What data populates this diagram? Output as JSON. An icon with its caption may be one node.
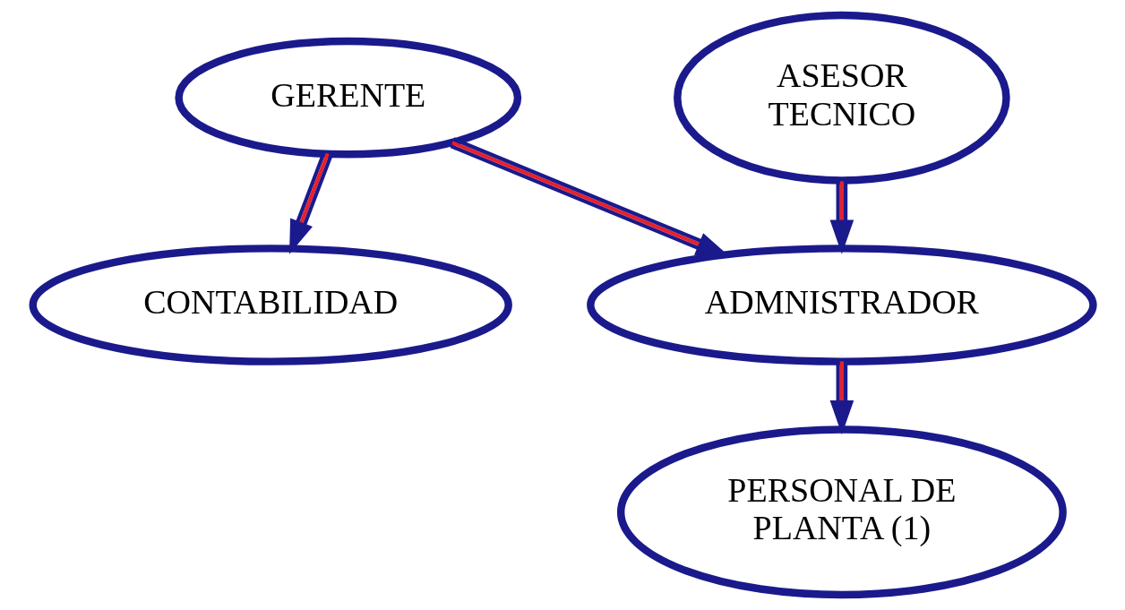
{
  "diagram": {
    "nodes": [
      {
        "text": [
          "GERENTE"
        ]
      },
      {
        "text": [
          "ASESOR TECNICO"
        ]
      },
      {
        "text": [
          "CONTABILIDAD"
        ]
      },
      {
        "text": [
          "ADMNISTRADOR"
        ]
      },
      {
        "text": [
          "PERSONAL DE PLANTA (1)"
        ]
      }
    ],
    "edges": [
      {
        "from": 0,
        "to": 2,
        "arrow": "to"
      },
      {
        "from": 0,
        "to": 3,
        "arrow": "to"
      },
      {
        "from": 1,
        "to": 3,
        "arrow": "to"
      },
      {
        "from": 3,
        "to": 4,
        "arrow": "to"
      }
    ]
  }
}
